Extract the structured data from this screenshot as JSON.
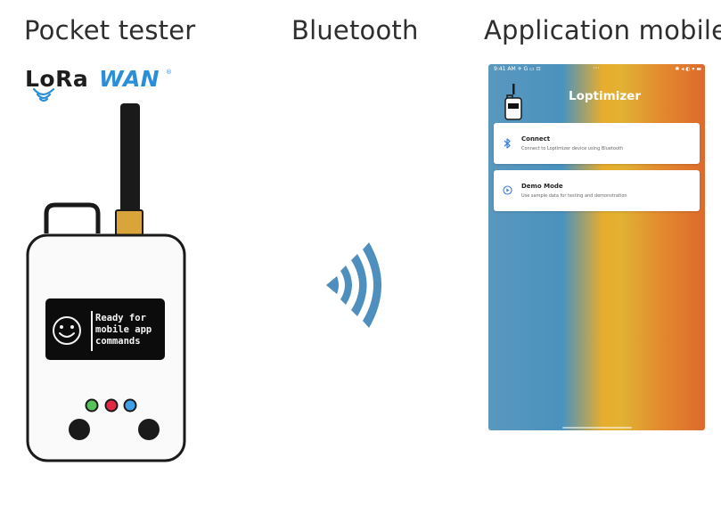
{
  "columns": {
    "pocket_tester": "Pocket tester",
    "bluetooth": "Bluetooth",
    "mobile_app": "Application mobile"
  },
  "logo": {
    "lora": "LoRa",
    "wan": "WAN",
    "registered": "®"
  },
  "device": {
    "screen_message": "Ready for\nmobile app\ncommands",
    "led_colors": [
      "#55c25a",
      "#e02a45",
      "#3fa0e6"
    ]
  },
  "phone": {
    "status_time": "9:41 AM ✈ G ▭ ⊡",
    "status_dots": "···",
    "status_right": "✱ ◂ ◐ ▾ ▬",
    "app_title": "Loptimizer",
    "cards": [
      {
        "title": "Connect",
        "subtitle": "Connect to Loptimizer device using Bluetooth",
        "icon": "bluetooth-icon"
      },
      {
        "title": "Demo Mode",
        "subtitle": "Use sample data for testing and demonstration",
        "icon": "play-circle-icon"
      }
    ]
  },
  "colors": {
    "signal_blue": "#4f8fbd",
    "lorawan_blue": "#2a8fd8",
    "accent_blue": "#3d7be0"
  }
}
